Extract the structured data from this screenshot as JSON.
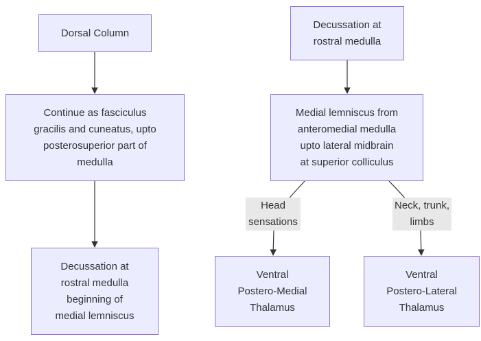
{
  "colors": {
    "node_fill": "#ECECFF",
    "node_border": "#9370DB",
    "edge": "#333333",
    "edge_label_bg": "#e8e8e8"
  },
  "nodes": {
    "dorsal_column": "Dorsal Column",
    "fasciculus": "Continue as fasciculus\ngracilis and cuneatus, upto\nposterosuperior part of\nmedulla",
    "decussation_beginning": "Decussation at\nrostral medulla\nbeginning of\nmedial lemniscus",
    "decussation_right": "Decussation at\nrostral medulla",
    "medial_lemniscus": "Medial lemniscus from\nanteromedial medulla\nupto lateral midbrain\nat superior colliculus",
    "vpm": "Ventral\nPostero-Medial\nThalamus",
    "vpl": "Ventral\nPostero-Lateral\nThalamus"
  },
  "edge_labels": {
    "head": "Head\nsensations",
    "neck": "Neck, trunk,\nlimbs"
  }
}
